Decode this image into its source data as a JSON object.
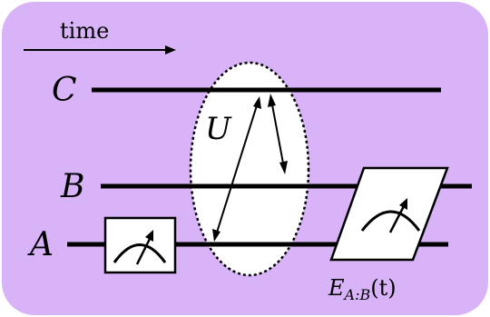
{
  "time_label": "time",
  "wires": {
    "A": "A",
    "B": "B",
    "C": "C"
  },
  "unitary_label": "U",
  "entanglement_label": {
    "base": "E",
    "subscript": "A:B",
    "argument": "(t)"
  },
  "colors": {
    "background": "#d8b3f8",
    "unitary_fill": "#ffffff",
    "line": "#000000"
  },
  "icons": [
    "meter-icon-A",
    "meter-icon-AB"
  ]
}
